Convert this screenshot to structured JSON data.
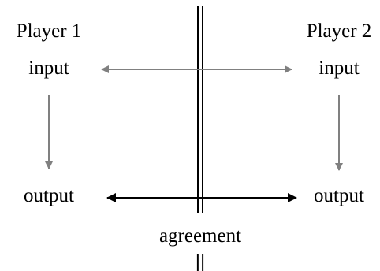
{
  "colors": {
    "background": "#ffffff",
    "text": "#000000",
    "divider": "#000000",
    "input_flow": "#808080",
    "agreement_flow": "#000000"
  },
  "player1": {
    "title": "Player 1",
    "input": "input",
    "output": "output"
  },
  "player2": {
    "title": "Player 2",
    "input": "input",
    "output": "output"
  },
  "agreement": {
    "label": "agreement",
    "symbol": "||"
  }
}
